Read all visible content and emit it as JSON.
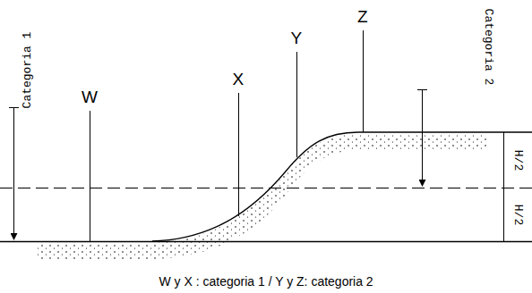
{
  "diagram": {
    "caption": "W y X : categoria 1 / Y y Z: categoria 2",
    "labels": [
      "Categoria 1",
      "W",
      "X",
      "Y",
      "Z",
      "Categoria 2",
      "H/2",
      "H/2"
    ]
  }
}
